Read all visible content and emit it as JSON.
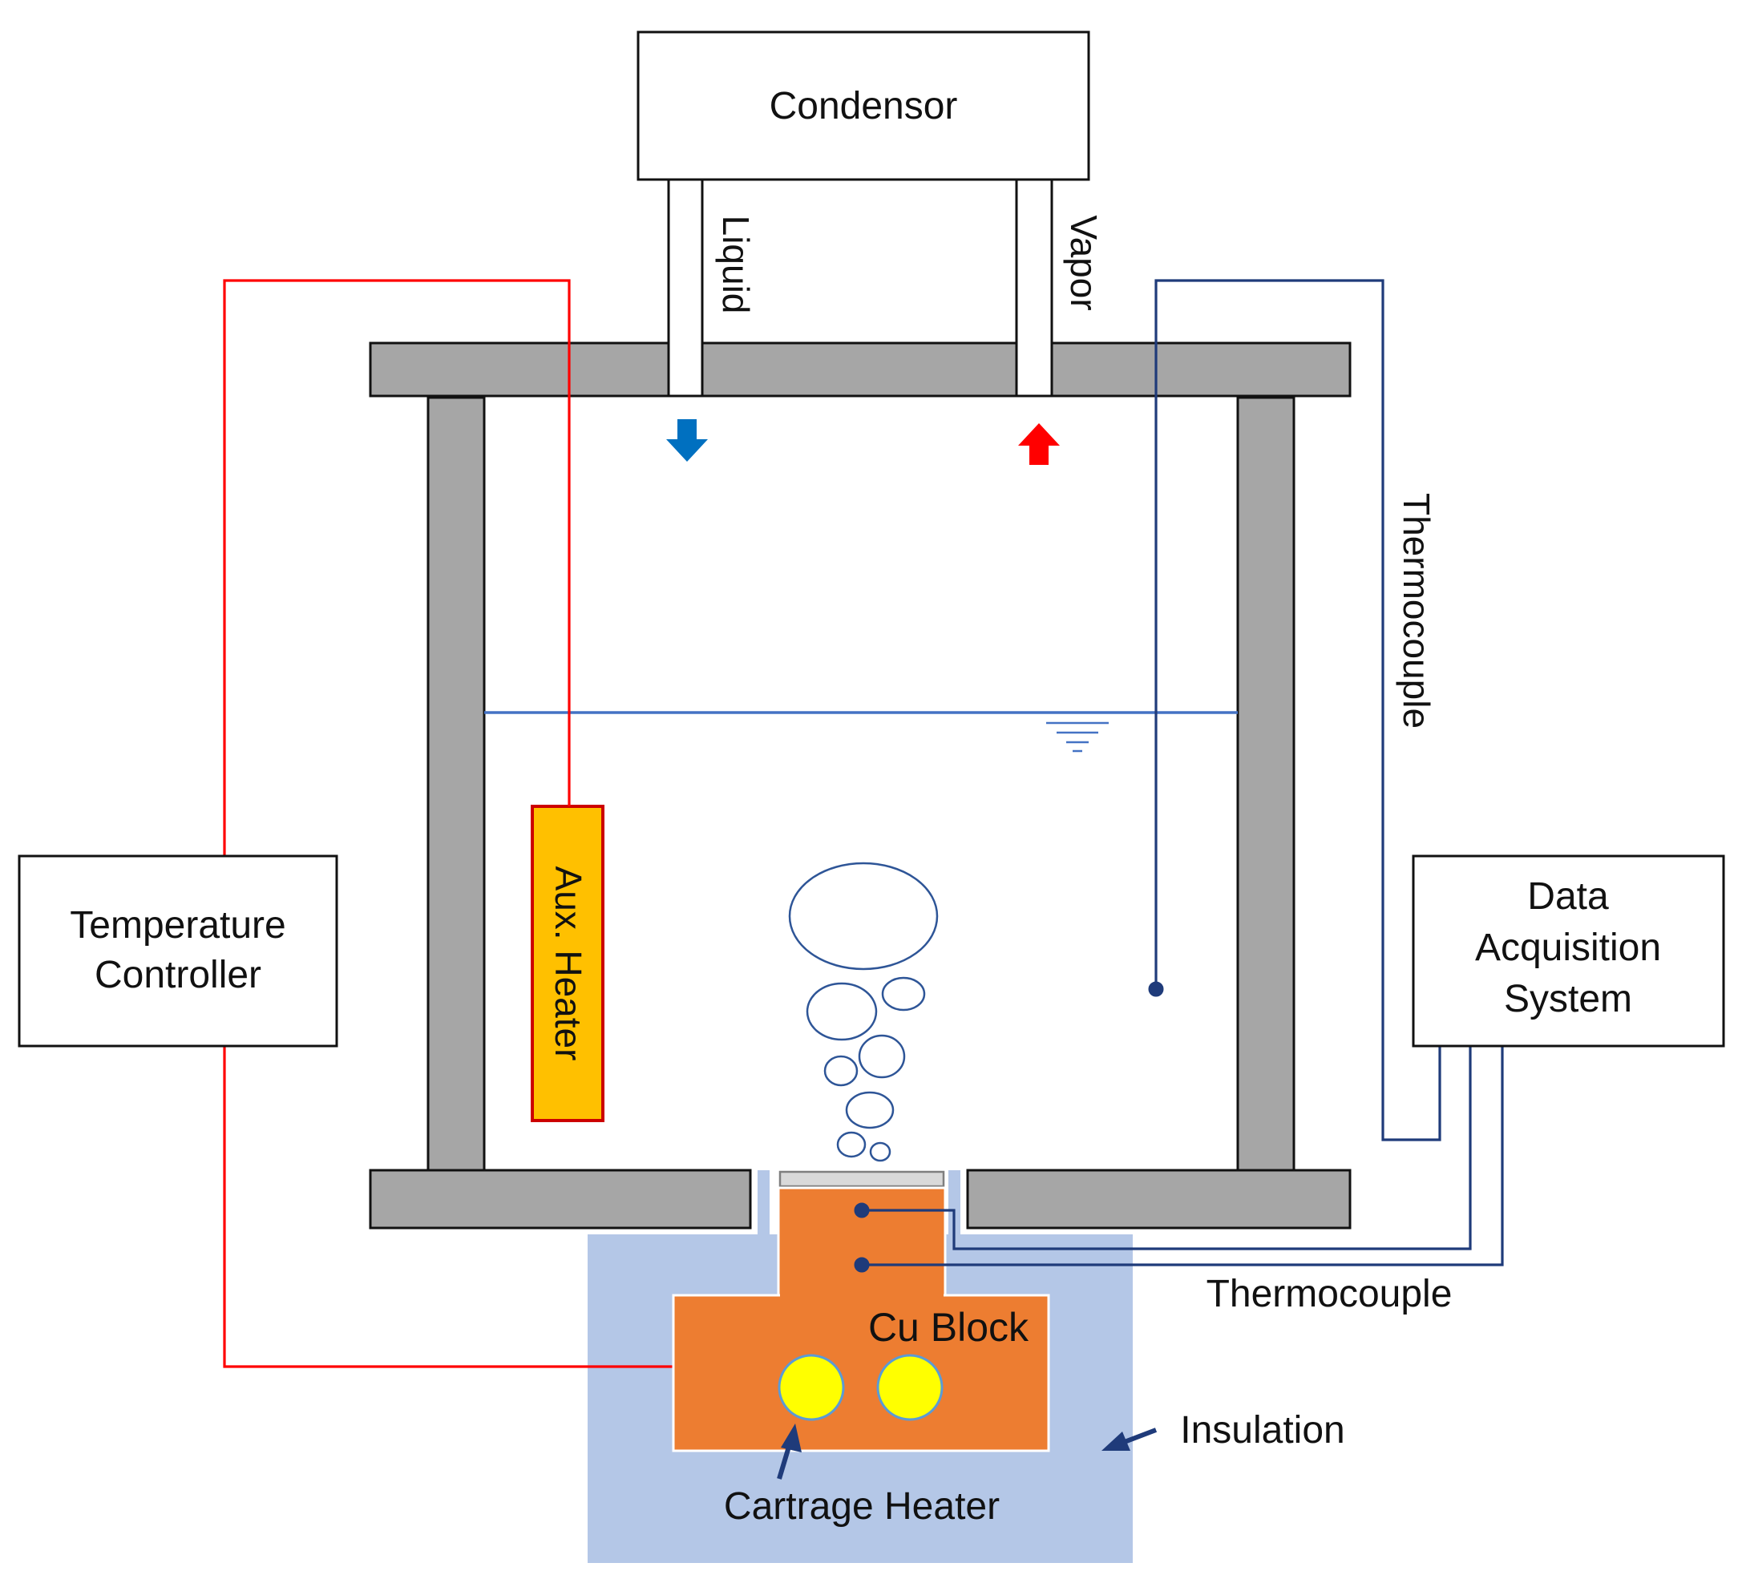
{
  "labels": {
    "condenser": "Condensor",
    "liquid": "Liquid",
    "vapor": "Vapor",
    "thermocouple_right": "Thermocouple",
    "thermocouple_bottom": "Thermocouple",
    "temperature_controller_line1": "Temperature",
    "temperature_controller_line2": "Controller",
    "aux_heater": "Aux. Heater",
    "daq_line1": "Data",
    "daq_line2": "Acquisition",
    "daq_line3": "System",
    "cu_block": "Cu Block",
    "insulation": "Insulation",
    "cartridge_heater": "Cartrage Heater"
  },
  "colors": {
    "wall": "#a6a6a6",
    "copper": "#ed7d31",
    "insulation": "#b4c7e7",
    "aux_heater": "#ffc000",
    "cartridge": "#ffff00",
    "heater_wire": "#ff0000",
    "thermocouple_wire": "#1f3b7a",
    "water_line": "#4472c4",
    "bubble": "#2e5597",
    "liquid_arrow": "#0070c0",
    "vapor_arrow": "#ff0000"
  }
}
